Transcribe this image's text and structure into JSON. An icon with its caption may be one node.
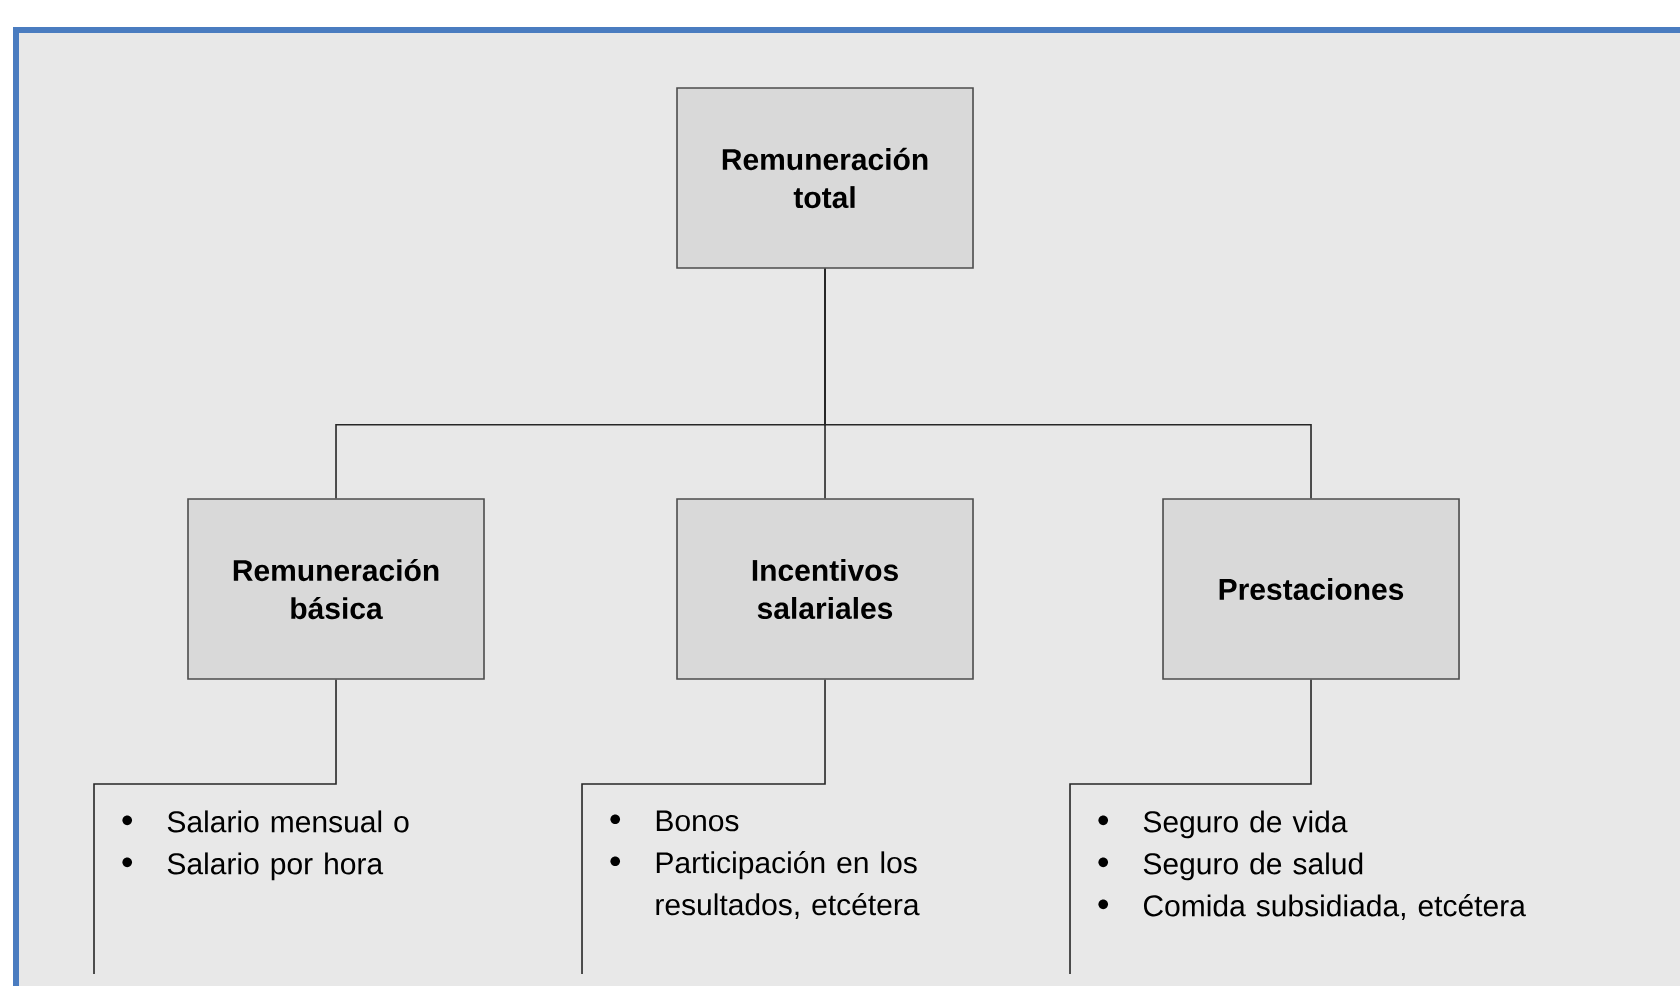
{
  "diagram": {
    "nodes": [
      {
        "text": [
          "Remuneración total"
        ]
      },
      {
        "text": [
          "Remuneración básica"
        ]
      },
      {
        "text": [
          "Incentivos salariales"
        ]
      },
      {
        "text": [
          "Prestaciones"
        ]
      },
      {
        "text": [
          "Salario mensual o",
          "Salario por hora"
        ]
      },
      {
        "text": [
          "Bonos",
          "Participación en los resultados, etcétera"
        ]
      },
      {
        "text": [
          "Seguro de vida",
          "Seguro de salud",
          "Comida subsidiada, etcétera"
        ]
      }
    ],
    "edges": [
      {
        "from": 0,
        "to": 1,
        "arrow": "none"
      },
      {
        "from": 0,
        "to": 2,
        "arrow": "none"
      },
      {
        "from": 0,
        "to": 3,
        "arrow": "none"
      },
      {
        "from": 1,
        "to": 4,
        "arrow": "none"
      },
      {
        "from": 2,
        "to": 5,
        "arrow": "none"
      },
      {
        "from": 3,
        "to": 6,
        "arrow": "none"
      }
    ]
  }
}
